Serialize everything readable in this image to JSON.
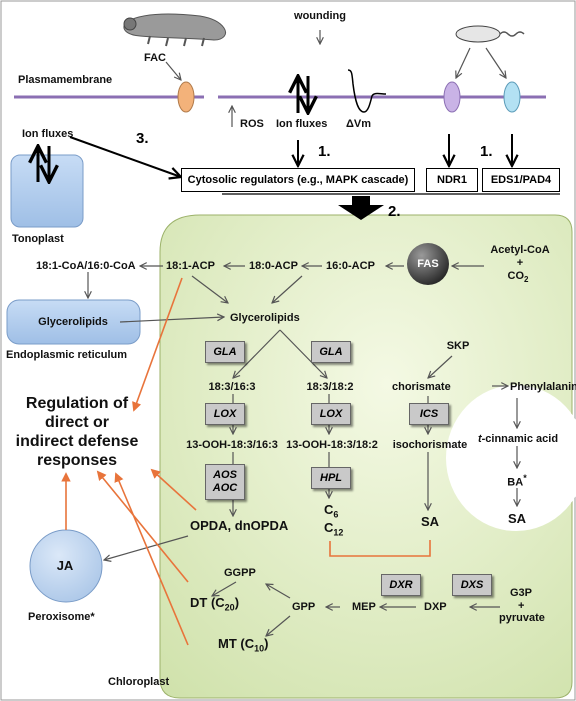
{
  "plasma_membrane": "Plasmamembrane",
  "wounding": "wounding",
  "fac": "FAC",
  "ros": "ROS",
  "ion_fluxes": "Ion fluxes",
  "delta_vm": "ΔVm",
  "step1a": "1.",
  "step1b": "1.",
  "step2": "2.",
  "step3": "3.",
  "cytosolic": "Cytosolic regulators (e.g., MAPK cascade)",
  "ndr1": "NDR1",
  "eds1": "EDS1/PAD4",
  "ion_fluxes_left": "Ion fluxes",
  "tonoplast": "Tonoplast",
  "er": "Endoplasmic reticulum",
  "glycerolipids_er": "Glycerolipids",
  "fa_export": "18:1-CoA/16:0-CoA",
  "acp181": "18:1-ACP",
  "acp180": "18:0-ACP",
  "acp160": "16:0-ACP",
  "fas": "FAS",
  "acetyl": "Acetyl-CoA",
  "plus1": "+",
  "co2": "CO",
  "co2_sub": "2",
  "glycerolipids_cp": "Glycerolipids",
  "gla1": "GLA",
  "gla2": "GLA",
  "fa1": "18:3/16:3",
  "fa2": "18:3/18:2",
  "lox1": "LOX",
  "lox2": "LOX",
  "ooh1": "13-OOH-18:3/16:3",
  "ooh2": "13-OOH-18:3/18:2",
  "aos": "AOS",
  "aoc": "AOC",
  "hpl": "HPL",
  "opda": "OPDA, dnOPDA",
  "c6": "C",
  "c6_sub": "6",
  "c12": "C",
  "c12_sub": "12",
  "skp": "SKP",
  "chorismate": "chorismate",
  "phe": "Phenylalanine",
  "ics": "ICS",
  "isochorismate": "isochorismate",
  "cinnamic_pre": "t",
  "cinnamic_post": "-cinnamic acid",
  "ba": "BA",
  "ba_star": "*",
  "sa1": "SA",
  "sa2": "SA",
  "regulation_l1": "Regulation of",
  "regulation_l2": "direct or",
  "regulation_l3": "indirect defense",
  "regulation_l4": "responses",
  "ja": "JA",
  "peroxisome": "Peroxisome*",
  "dxr": "DXR",
  "dxs": "DXS",
  "g3p": "G3P",
  "plus2": "+",
  "pyruvate": "pyruvate",
  "dxp": "DXP",
  "mep": "MEP",
  "gpp": "GPP",
  "ggpp": "GGPP",
  "dt": "DT (C",
  "dt_sub": "20",
  "mt": "MT (C",
  "mt_sub": "10",
  "close_paren": ")",
  "chloroplast": "Chloroplast"
}
